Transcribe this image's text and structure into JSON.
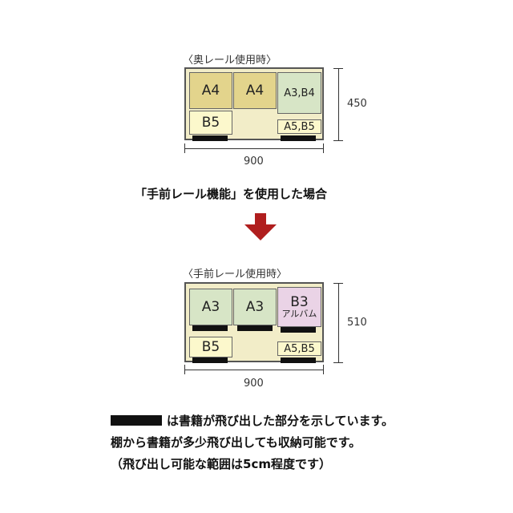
{
  "top": {
    "caption": "〈奥レール使用時〉",
    "books": {
      "a4_1": "A4",
      "a4_2": "A4",
      "a3b4": "A3,B4",
      "b5": "B5",
      "a5b5": "A5,B5"
    },
    "height_label": "450",
    "width_label": "900"
  },
  "heading": "「手前レール機能」を使用した場合",
  "bottom": {
    "caption": "〈手前レール使用時〉",
    "books": {
      "a3_1": "A3",
      "a3_2": "A3",
      "b3": "B3",
      "album": "アルバム",
      "b5": "B5",
      "a5b5": "A5,B5"
    },
    "height_label": "510",
    "width_label": "900"
  },
  "legend": {
    "line1": "は書籍が飛び出した部分を示しています。",
    "line2": "棚から書籍が多少飛び出しても収納可能です。",
    "line3": "（飛び出し可能な範囲は5cm程度です）"
  },
  "colors": {
    "a4": "#e3d48c",
    "green": "#d7e5c6",
    "cream": "#fcf8cc",
    "shelf": "#f2edc8",
    "pink": "#ead3e6",
    "arrow": "#b01e1e"
  }
}
